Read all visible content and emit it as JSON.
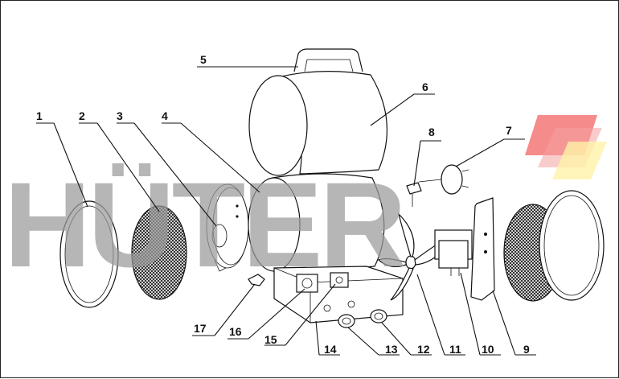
{
  "watermark": {
    "brand_text": "HÜTER",
    "colors": {
      "gray": "#9a9a9a",
      "red": "#ef2b2b",
      "pink": "#f4a3a3",
      "yellow": "#fff3a8"
    }
  },
  "callouts": [
    {
      "id": "1",
      "label": "1"
    },
    {
      "id": "2",
      "label": "2"
    },
    {
      "id": "3",
      "label": "3"
    },
    {
      "id": "4",
      "label": "4"
    },
    {
      "id": "5",
      "label": "5"
    },
    {
      "id": "6",
      "label": "6"
    },
    {
      "id": "7",
      "label": "7"
    },
    {
      "id": "8",
      "label": "8"
    },
    {
      "id": "9",
      "label": "9"
    },
    {
      "id": "10",
      "label": "10"
    },
    {
      "id": "11",
      "label": "11"
    },
    {
      "id": "12",
      "label": "12"
    },
    {
      "id": "13",
      "label": "13"
    },
    {
      "id": "14",
      "label": "14"
    },
    {
      "id": "15",
      "label": "15"
    },
    {
      "id": "16",
      "label": "16"
    },
    {
      "id": "17",
      "label": "17"
    }
  ]
}
